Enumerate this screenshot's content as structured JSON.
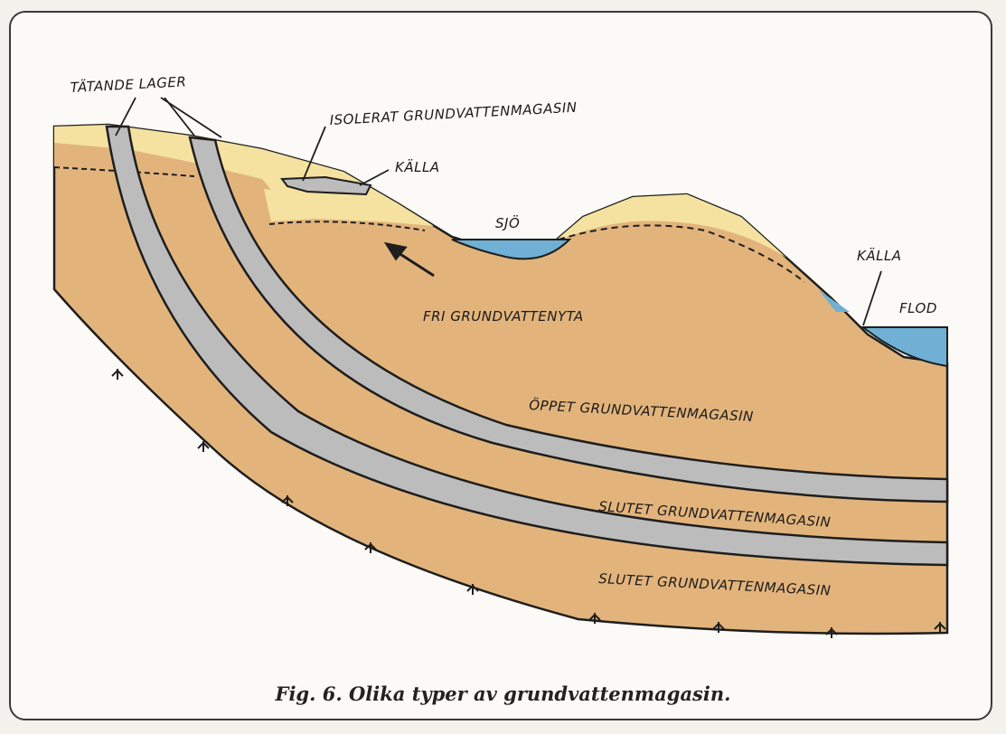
{
  "labels": {
    "tatande_lager": "TÄTANDE LAGER",
    "isolerat": "ISOLERAT GRUNDVATTENMAGASIN",
    "kalla_upper": "KÄLLA",
    "sjo": "SJÖ",
    "kalla_right": "KÄLLA",
    "flod": "FLOD",
    "fri_grundvattenyta": "FRI GRUNDVATTENYTA",
    "oppet": "ÖPPET GRUNDVATTENMAGASIN",
    "slutet_1": "SLUTET GRUNDVATTENMAGASIN",
    "slutet_2": "SLUTET GRUNDVATTENMAGASIN"
  },
  "caption": "Fig. 6. Olika typer av grundvattenmagasin.",
  "colors": {
    "soil": "#e2b47c",
    "sand": "#f5e2a0",
    "clay_layer": "#bcbcbc",
    "water": "#6fb0d4",
    "outline": "#1e1e1e",
    "background": "#fbfaf6"
  }
}
